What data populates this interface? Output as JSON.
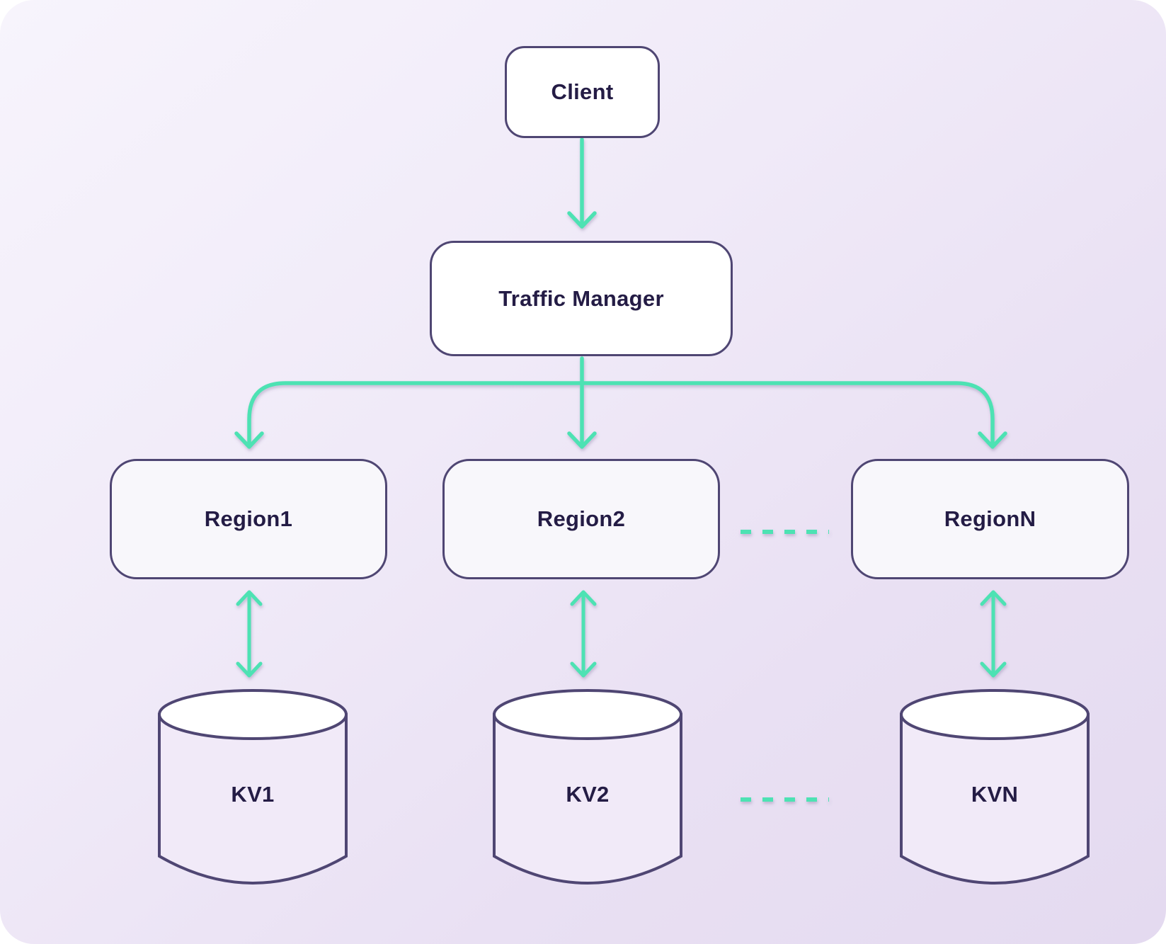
{
  "diagram": {
    "nodes": {
      "client": {
        "label": "Client",
        "shape": "rounded-rect"
      },
      "traffic_manager": {
        "label": "Traffic Manager",
        "shape": "rounded-rect"
      },
      "regions": [
        {
          "label": "Region1",
          "shape": "rounded-rect"
        },
        {
          "label": "Region2",
          "shape": "rounded-rect"
        },
        {
          "label": "RegionN",
          "shape": "rounded-rect"
        }
      ],
      "kv_stores": [
        {
          "label": "KV1",
          "shape": "cylinder"
        },
        {
          "label": "KV2",
          "shape": "cylinder"
        },
        {
          "label": "KVN",
          "shape": "cylinder"
        }
      ]
    },
    "edges": [
      {
        "from": "Client",
        "to": "Traffic Manager",
        "type": "arrow-down"
      },
      {
        "from": "Traffic Manager",
        "to": "Region1",
        "type": "arrow-down"
      },
      {
        "from": "Traffic Manager",
        "to": "Region2",
        "type": "arrow-down"
      },
      {
        "from": "Traffic Manager",
        "to": "RegionN",
        "type": "arrow-down"
      },
      {
        "from": "Region1",
        "to": "KV1",
        "type": "arrow-bidirectional"
      },
      {
        "from": "Region2",
        "to": "KV2",
        "type": "arrow-bidirectional"
      },
      {
        "from": "RegionN",
        "to": "KVN",
        "type": "arrow-bidirectional"
      },
      {
        "between": [
          "Region2",
          "RegionN"
        ],
        "type": "dashed-ellipsis"
      },
      {
        "between": [
          "KV2",
          "KVN"
        ],
        "type": "dashed-ellipsis"
      }
    ],
    "colors": {
      "accent_arrow_teal": "#4ee2b3",
      "node_border_purple": "#4f4673",
      "text_dark_navy": "#241c45",
      "node_fill_white": "#ffffff",
      "region_fill": "#f8f7fb",
      "cylinder_fill": "#f1eaf8",
      "background_gradient_start": "#f7f4fc",
      "background_gradient_end": "#e4daf0"
    }
  }
}
